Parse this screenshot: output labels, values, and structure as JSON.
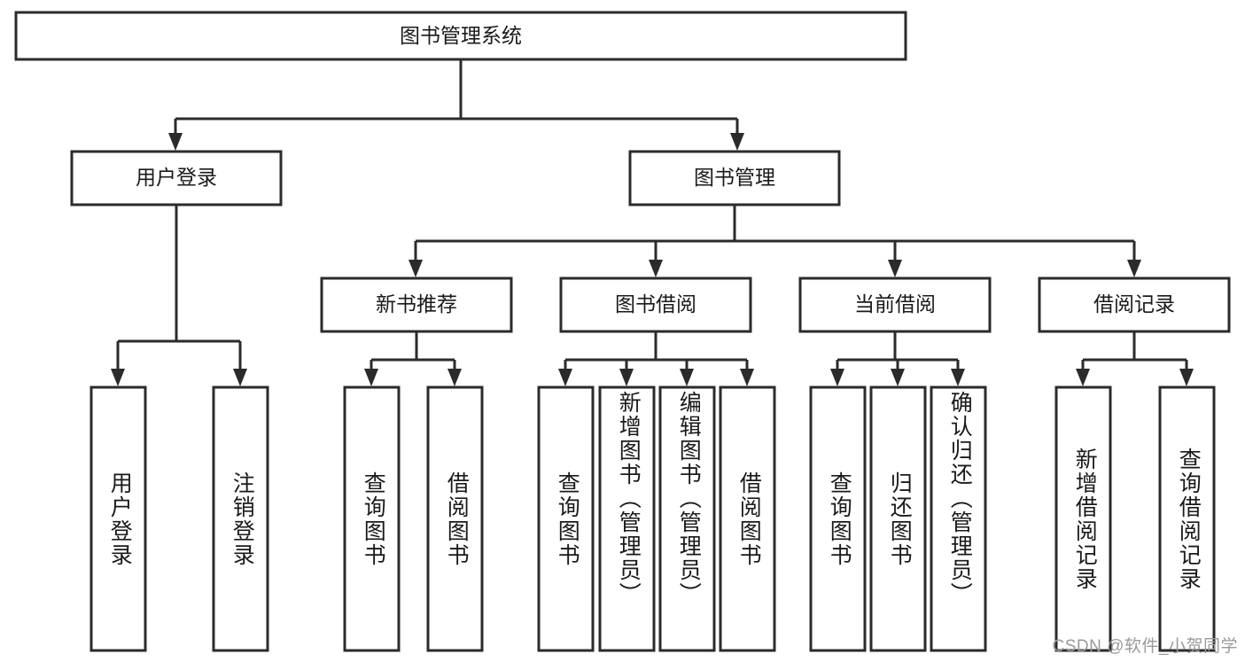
{
  "diagram": {
    "type": "tree-hierarchy",
    "title": "图书管理系统",
    "watermark": "CSDN @软件_小贺同学",
    "colors": {
      "stroke": "#2b2b2b",
      "fill": "#ffffff",
      "text": "#1a1a1a",
      "watermark": "#9a9a9a"
    },
    "root": {
      "label": "图书管理系统",
      "level": 1
    },
    "level2": [
      {
        "label": "用户登录"
      },
      {
        "label": "图书管理"
      }
    ],
    "level3": [
      {
        "label": "新书推荐"
      },
      {
        "label": "图书借阅"
      },
      {
        "label": "当前借阅"
      },
      {
        "label": "借阅记录"
      }
    ],
    "leaves": {
      "user_login": [
        {
          "label": "用户登录"
        },
        {
          "label": "注销登录"
        }
      ],
      "new_book_recommend": [
        {
          "label": "查询图书"
        },
        {
          "label": "借阅图书"
        }
      ],
      "book_borrow": [
        {
          "label": "查询图书"
        },
        {
          "label": "新增图书（管理员）"
        },
        {
          "label": "编辑图书（管理员）"
        },
        {
          "label": "借阅图书"
        }
      ],
      "current_borrow": [
        {
          "label": "查询图书"
        },
        {
          "label": "归还图书"
        },
        {
          "label": "确认归还（管理员）"
        }
      ],
      "borrow_record": [
        {
          "label": "新增借阅记录"
        },
        {
          "label": "查询借阅记录"
        }
      ]
    }
  }
}
